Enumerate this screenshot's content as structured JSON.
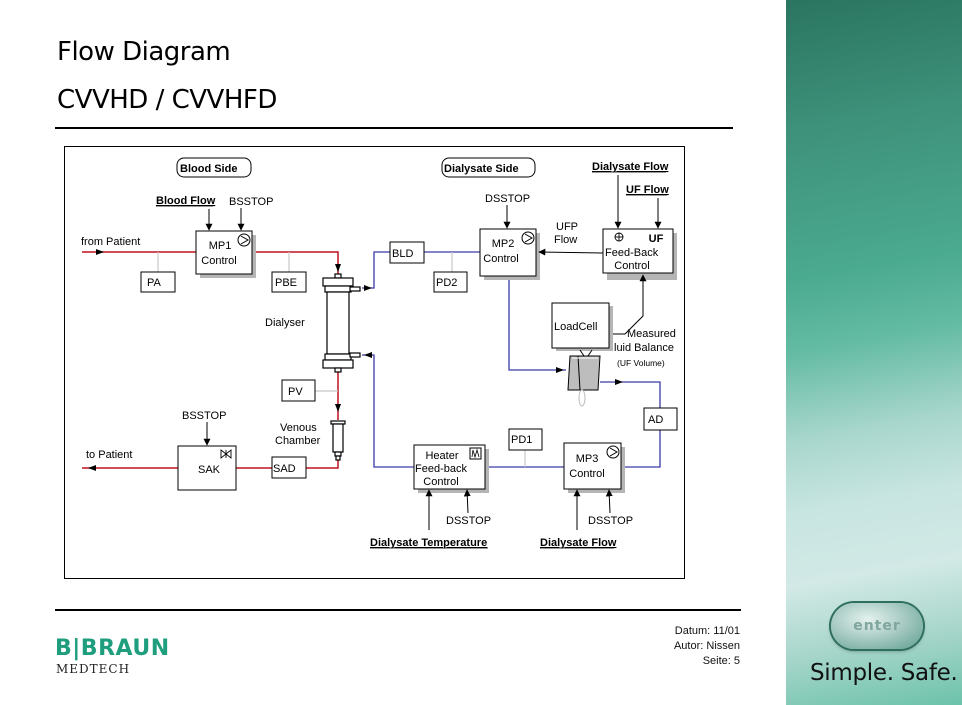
{
  "header": {
    "title": "Flow Diagram",
    "subtitle": "CVVHD / CVVHFD"
  },
  "diagram": {
    "section_labels": {
      "blood_side": "Blood Side",
      "dialysate_side": "Dialysate Side"
    },
    "controls": {
      "blood_flow": "Blood Flow",
      "dialysate_flow_top": "Dialysate Flow",
      "uf_flow": "UF Flow",
      "dialysate_temperature": "Dialysate Temperature",
      "dialysate_flow_bottom": "Dialysate Flow"
    },
    "signals": {
      "bsstop_mp1": "BSSTOP",
      "bsstop_sak": "BSSTOP",
      "dsstop_mp2": "DSSTOP",
      "dsstop_heater": "DSSTOP",
      "dsstop_mp3": "DSSTOP",
      "ufp_flow_line1": "UFP",
      "ufp_flow_line2": "Flow"
    },
    "boxes": {
      "mp1_line1": "MP1",
      "mp1_line2": "Control",
      "mp2_line1": "MP2",
      "mp2_line2": "Control",
      "mp3_line1": "MP3",
      "mp3_line2": "Control",
      "uf_tag": "UF",
      "uf_line1": "Feed-Back",
      "uf_line2": "Control",
      "heater_line1": "Heater",
      "heater_line2": "Feed-back",
      "heater_line3": "Control",
      "sak": "SAK",
      "loadcell": "LoadCell"
    },
    "sensors": {
      "pa": "PA",
      "pbe": "PBE",
      "pv": "PV",
      "sad": "SAD",
      "bld": "BLD",
      "pd2": "PD2",
      "pd1": "PD1",
      "ad": "AD"
    },
    "labels": {
      "from_patient": "from Patient",
      "to_patient": "to Patient",
      "dialyser": "Dialyser",
      "venous_line1": "Venous",
      "venous_line2": "Chamber",
      "measured_line1": "Measured",
      "measured_line2": "luid Balance",
      "uf_volume": "(UF Volume)"
    },
    "colors": {
      "blood_line": "#c0111f",
      "dialysate_line": "#3a3aa8",
      "sensor_tap": "#c8c8c8",
      "box_shadow": "#b5b5b5"
    }
  },
  "footer": {
    "brand": "B|BRAUN",
    "division": "MEDTECH",
    "datum": "Datum: 11/01",
    "autor": "Autor: Nissen",
    "seite": "Seite: 5"
  },
  "side_panel": {
    "button_label": "enter",
    "slogan": "Simple. Safe."
  }
}
